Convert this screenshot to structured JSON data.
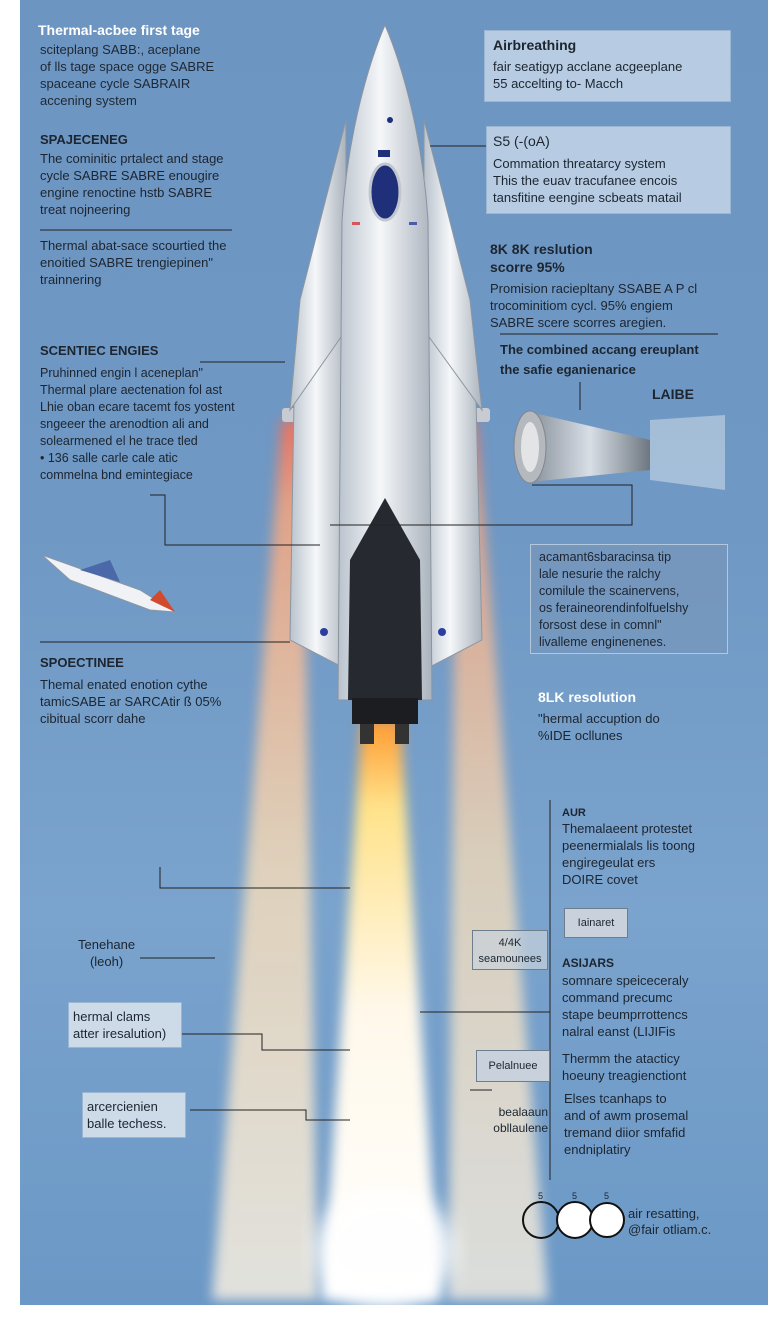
{
  "left": {
    "title": "Thermal-acbee first tage",
    "intro": "sciteplang SABB:, aceplane\nof lls tage space ogge SABRE\nspaceane cycle SABRAIR\naccening system",
    "sec1_head": "SPAJECENEG",
    "sec1_body": "The cominitic prtalect and stage\ncycle SABRE SABRE enougire\nengine renoctine hstb SABRE\ntreat nojneering",
    "sec2_body": "Thermal abat-sace scourtied the\nenoitied SABRE trengiepinen\"\ntrainnering",
    "sec3_head": "SCENTIEC ENGIES",
    "sec3_body": "Pruhinned engin l   aceneplan\"\nThermal plare aectenation fol ast\nLhie oban ecare tacemt fos yostent\nsngeeer the arenodtion ali and\nsolearmened el he trace tled\n• 136 salle carle cale atic\ncommelna bnd emintegiace",
    "sec4_head": "SPOECTINEE",
    "sec4_body": "Themal enated enotion cythe\ntamicSABE ar SARCAtir ß 05%\ncibitual scorr dahe",
    "label1": "Tenehane\n(leoh)",
    "label2": "hermal clams\natter iresalution)",
    "label3": "arcercienien\nballe techess."
  },
  "right": {
    "panel1_title": "Airbreathing",
    "panel1_body": "fair seatigyp acclane acgeeplane\n55  accelting to- Macch",
    "panel2_title": "S5 (-(oA)",
    "panel2_body": "Commation  threatarcy system\nThis  the euav tracufanee encois\ntansfitine eengine scbeats matail",
    "res1_title": "8K 8K reslution\nscorre 95%",
    "res1_body": "Promision raciepltany SSABE A P  cl\ntrocominitiom cycl. 95% engiem\nSABRE scere scorres aregien.",
    "combined": "The combined  accang ereuplant\nthe  safie        eganienarice",
    "laibe": "LAIBE",
    "panel3_body": "acamant6sbaracinsa tip\nlale nesurie the ralchy\ncomilule the scainervens,\nos feraineorendinfolfuelshy\nforsost dese in comnl\"\nlivalleme enginenenes.",
    "res2_title": "8LK resolution",
    "res2_body": "\"hermal accuption do\n%IDE ocllunes",
    "air_head": "AUR",
    "air_body": "Themalaeent protestet\npeenermialals lis toong\nengiregeulat ers\nDOIRE covet",
    "tag1": "Iainaret",
    "tag2": "4/4K\nseamounees",
    "asiars_head": "ASIJARS",
    "asiars_body": "somnare speiceceraly\ncommand precumc\nstape beumprrottencs\nnalral eanst (LIJIFis",
    "therm_body": "Thermm the atacticy\nhoeuny treagienctiont",
    "tag3": "Pelalnuee",
    "tag4": "bealaaun\nobllaulene",
    "else_body": "Elses tcanhaps to\nand of awm prosemal\ntremand diior smfafid\nendniplatiry",
    "footer_nums": [
      "5",
      "5",
      "5"
    ],
    "footer_text": "air resatting,\n@fair otliam.c."
  },
  "colors": {
    "accent_blue": "#1f2f7a",
    "panel_bg": "#c4d6e8",
    "flame": "#f7b56a"
  }
}
